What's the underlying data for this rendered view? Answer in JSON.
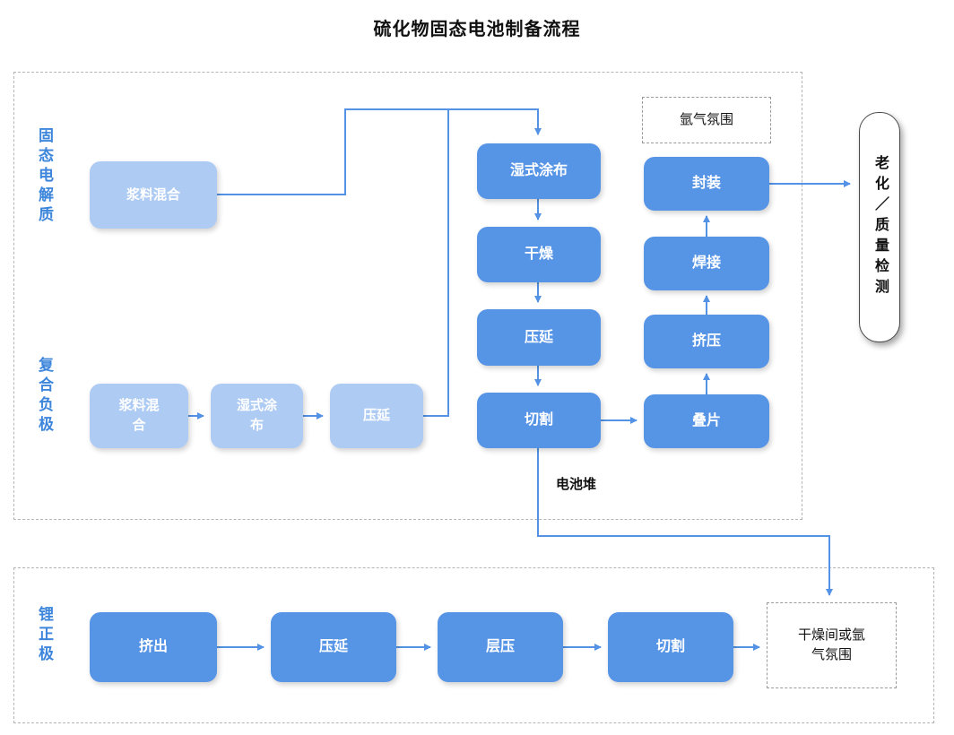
{
  "title": "硫化物固态电池制备流程",
  "lanes": {
    "solid_electrolyte": "固态电解质",
    "composite_anode": "复合负极",
    "lithium_cathode": "锂正极"
  },
  "nodes": {
    "electrolyte_slurry_mixing": "浆料混合",
    "anode_slurry_mixing": "浆料混合",
    "anode_wet_coating": "湿式涂布",
    "anode_calendering": "压延",
    "wet_coating": "湿式涂布",
    "drying": "干燥",
    "calendering": "压延",
    "cutting": "切割",
    "stacking": "叠片",
    "pressing": "挤压",
    "welding": "焊接",
    "sealing": "封装",
    "cathode_extrusion": "挤出",
    "cathode_calendering": "压延",
    "cathode_lamination": "层压",
    "cathode_cutting": "切割"
  },
  "annotations": {
    "argon_atmosphere": "氩气氛围",
    "cell_stack": "电池堆",
    "aging_qc": "老化／质量检测",
    "dry_room": "干燥间或氩气氛围"
  },
  "colors": {
    "node_dark": "#5694e6",
    "node_light": "#aecbf4",
    "arrow": "#5392e4",
    "lane_label": "#3d86db"
  },
  "edges": [
    {
      "from": "electrolyte_slurry_mixing",
      "to": "wet_coating"
    },
    {
      "from": "anode_slurry_mixing",
      "to": "anode_wet_coating"
    },
    {
      "from": "anode_wet_coating",
      "to": "anode_calendering"
    },
    {
      "from": "anode_calendering",
      "to": "wet_coating"
    },
    {
      "from": "wet_coating",
      "to": "drying"
    },
    {
      "from": "drying",
      "to": "calendering"
    },
    {
      "from": "calendering",
      "to": "cutting"
    },
    {
      "from": "cutting",
      "to": "stacking"
    },
    {
      "from": "stacking",
      "to": "pressing"
    },
    {
      "from": "pressing",
      "to": "welding"
    },
    {
      "from": "welding",
      "to": "sealing"
    },
    {
      "from": "sealing",
      "to": "aging_qc"
    },
    {
      "from": "cutting",
      "to": "dry_room"
    },
    {
      "from": "cathode_extrusion",
      "to": "cathode_calendering"
    },
    {
      "from": "cathode_calendering",
      "to": "cathode_lamination"
    },
    {
      "from": "cathode_lamination",
      "to": "cathode_cutting"
    },
    {
      "from": "cathode_cutting",
      "to": "dry_room"
    }
  ]
}
